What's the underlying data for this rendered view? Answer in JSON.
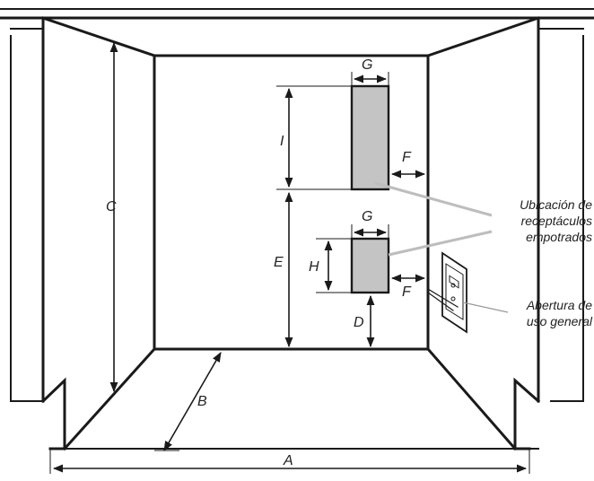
{
  "labels": {
    "A": "A",
    "B": "B",
    "C": "C",
    "D": "D",
    "E": "E",
    "F_upper": "F",
    "F_lower": "F",
    "G_upper": "G",
    "G_lower": "G",
    "H": "H",
    "I": "I"
  },
  "callouts": {
    "recessed": [
      "Ubicación de",
      "receptáculos",
      "empotrados"
    ],
    "outlet": [
      "Abertura de",
      "uso general"
    ]
  },
  "colors": {
    "line": "#1a1a1a",
    "cutout_fill": "#c4c4c4",
    "leader": "#bdbdbd"
  }
}
